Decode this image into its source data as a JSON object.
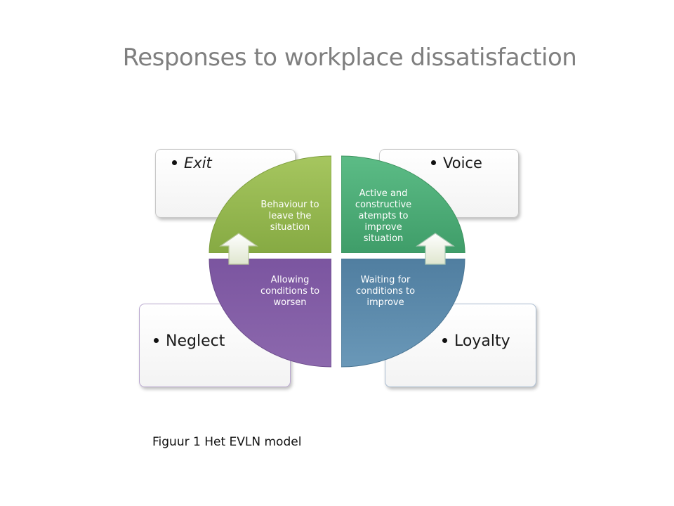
{
  "title": "Responses to workplace dissatisfaction",
  "cards": {
    "exit": "Exit",
    "voice": "Voice",
    "neglect": "Neglect",
    "loyalty": "Loyalty"
  },
  "quadrants": {
    "exit": "Behaviour to leave the situation",
    "voice": "Active and constructive atempts to improve situation",
    "neglect": "Allowing conditions to worsen",
    "loyalty": "Waiting for conditions to improve"
  },
  "colors": {
    "exit": "#93b54f",
    "voice": "#4fad78",
    "neglect": "#8461a5",
    "loyalty": "#5a88a8",
    "title": "#7f7f7f"
  },
  "caption": "Figuur 1 Het EVLN model"
}
